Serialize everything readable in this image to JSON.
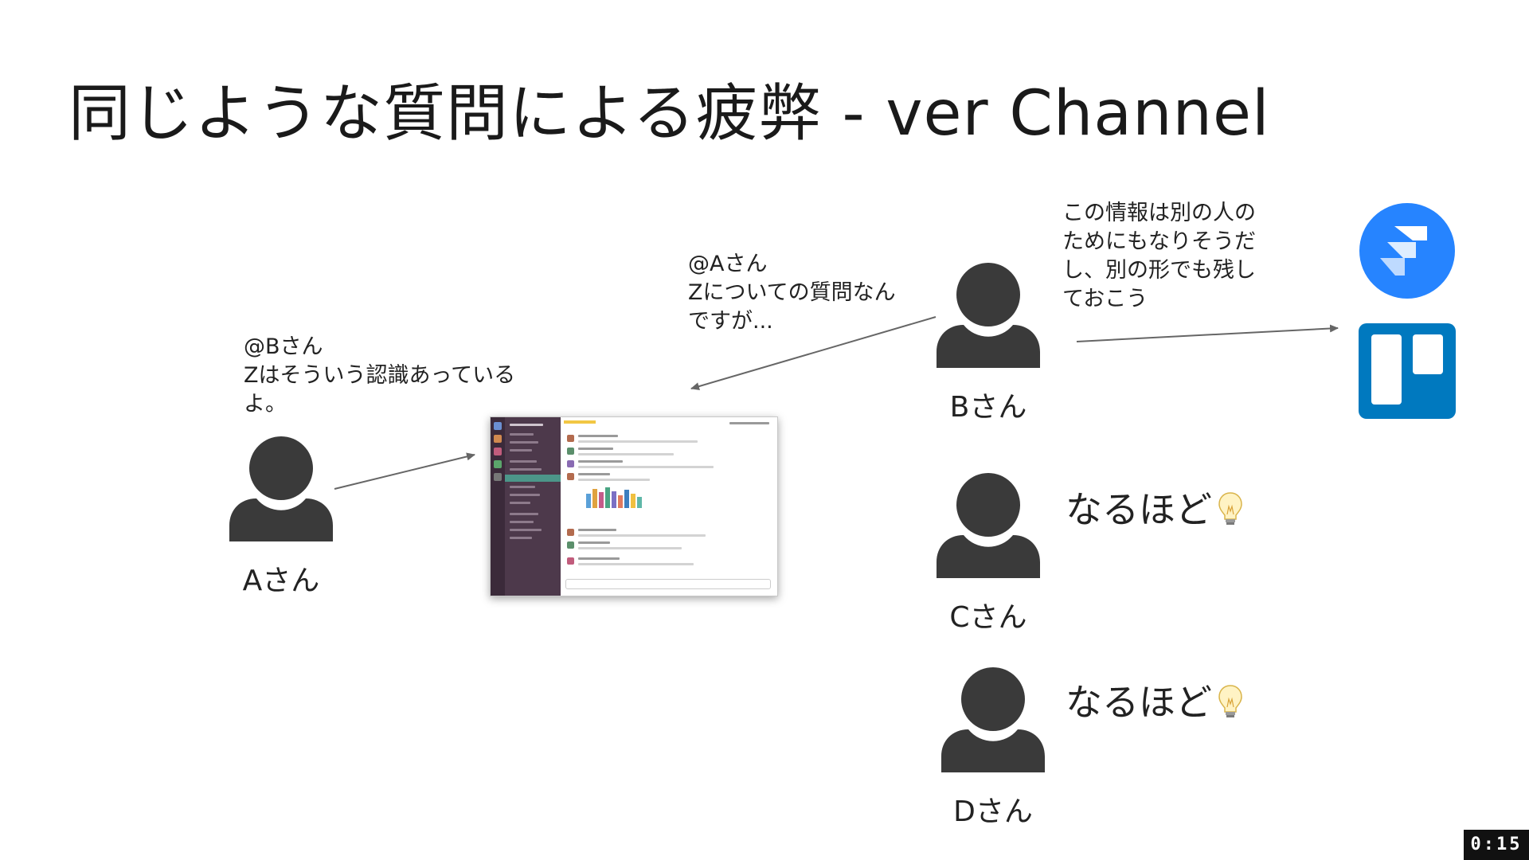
{
  "slide": {
    "title": "同じような質問による疲弊 - ver Channel"
  },
  "people": {
    "a": {
      "name": "Aさん"
    },
    "b": {
      "name": "Bさん"
    },
    "c": {
      "name": "Cさん"
    },
    "d": {
      "name": "Dさん"
    }
  },
  "messages": {
    "a_to_channel": "@Bさん\nZはそういう認識あっている\nよ。",
    "b_to_channel": "@Aさん\nZについての質問なん\nですが...",
    "b_thought": "この情報は別の人の\nためにもなりそうだ\nし、別の形でも残し\nておこう",
    "c_reaction": "なるほど",
    "d_reaction": "なるほど"
  },
  "icons": {
    "person": "person-icon",
    "bulb": "lightbulb-icon",
    "jira": "jira-logo",
    "trello": "trello-logo",
    "channel": "slack-channel-screenshot"
  },
  "colors": {
    "person": "#3a3a3a",
    "arrow": "#666666",
    "jira": "#2684ff",
    "trello": "#0079bf",
    "slack_sidebar": "#4d394b"
  },
  "video": {
    "timestamp": "0:15"
  }
}
